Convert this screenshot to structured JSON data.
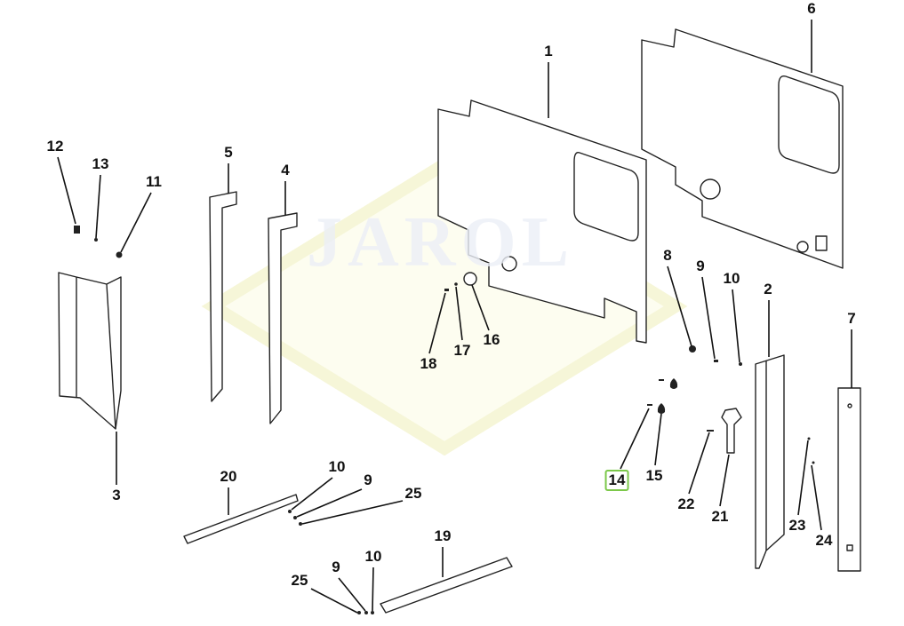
{
  "watermark": "JAROL",
  "highlight_color": "#7cc84a",
  "callouts": {
    "c1": "1",
    "c2": "2",
    "c3": "3",
    "c4": "4",
    "c5": "5",
    "c6": "6",
    "c7": "7",
    "c8": "8",
    "c9a": "9",
    "c9b": "9",
    "c9c": "9",
    "c10a": "10",
    "c10b": "10",
    "c10c": "10",
    "c11": "11",
    "c12": "12",
    "c13": "13",
    "c14": "14",
    "c15": "15",
    "c16": "16",
    "c17": "17",
    "c18": "18",
    "c19": "19",
    "c20": "20",
    "c21": "21",
    "c22": "22",
    "c23": "23",
    "c24": "24",
    "c25a": "25",
    "c25b": "25"
  }
}
